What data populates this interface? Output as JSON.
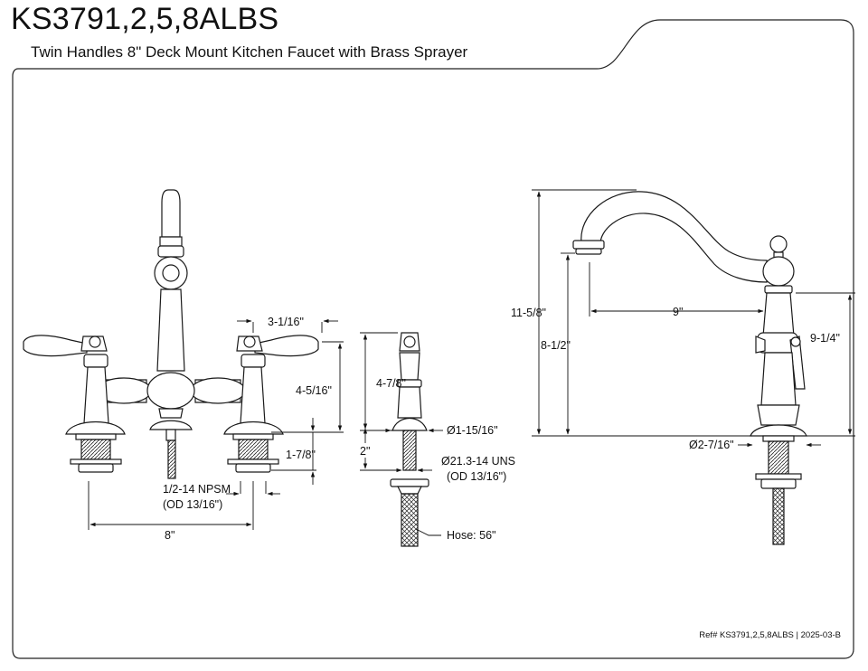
{
  "header": {
    "model": "KS3791,2,5,8ALBS",
    "description": "Twin Handles 8\" Deck Mount Kitchen Faucet with Brass Sprayer"
  },
  "footer": {
    "ref_label": "Ref#",
    "ref_model": "KS3791,2,5,8ALBS",
    "separator": "|",
    "revision": "2025-03-B"
  },
  "faucet_front": {
    "handle_height": "3-1/16\"",
    "spout_to_handle_height": "4-5/16\"",
    "shank_length": "1-7/8\"",
    "thread": "1/2-14 NPSM",
    "thread_od": "(OD 13/16\")",
    "spread": "8\""
  },
  "sprayer": {
    "height": "4-7/8\"",
    "base_diameter": "Ø1-15/16\"",
    "shank_length": "2\"",
    "thread": "Ø21.3-14 UNS",
    "thread_od": "(OD 13/16\")",
    "hose": "Hose: 56\""
  },
  "faucet_side": {
    "overall_height": "11-5/8\"",
    "spout_height": "8-1/2\"",
    "reach": "9\"",
    "handle_height": "9-1/4\"",
    "base_diameter": "Ø2-7/16\""
  },
  "colors": {
    "line": "#1a1a1a",
    "background": "#ffffff"
  }
}
